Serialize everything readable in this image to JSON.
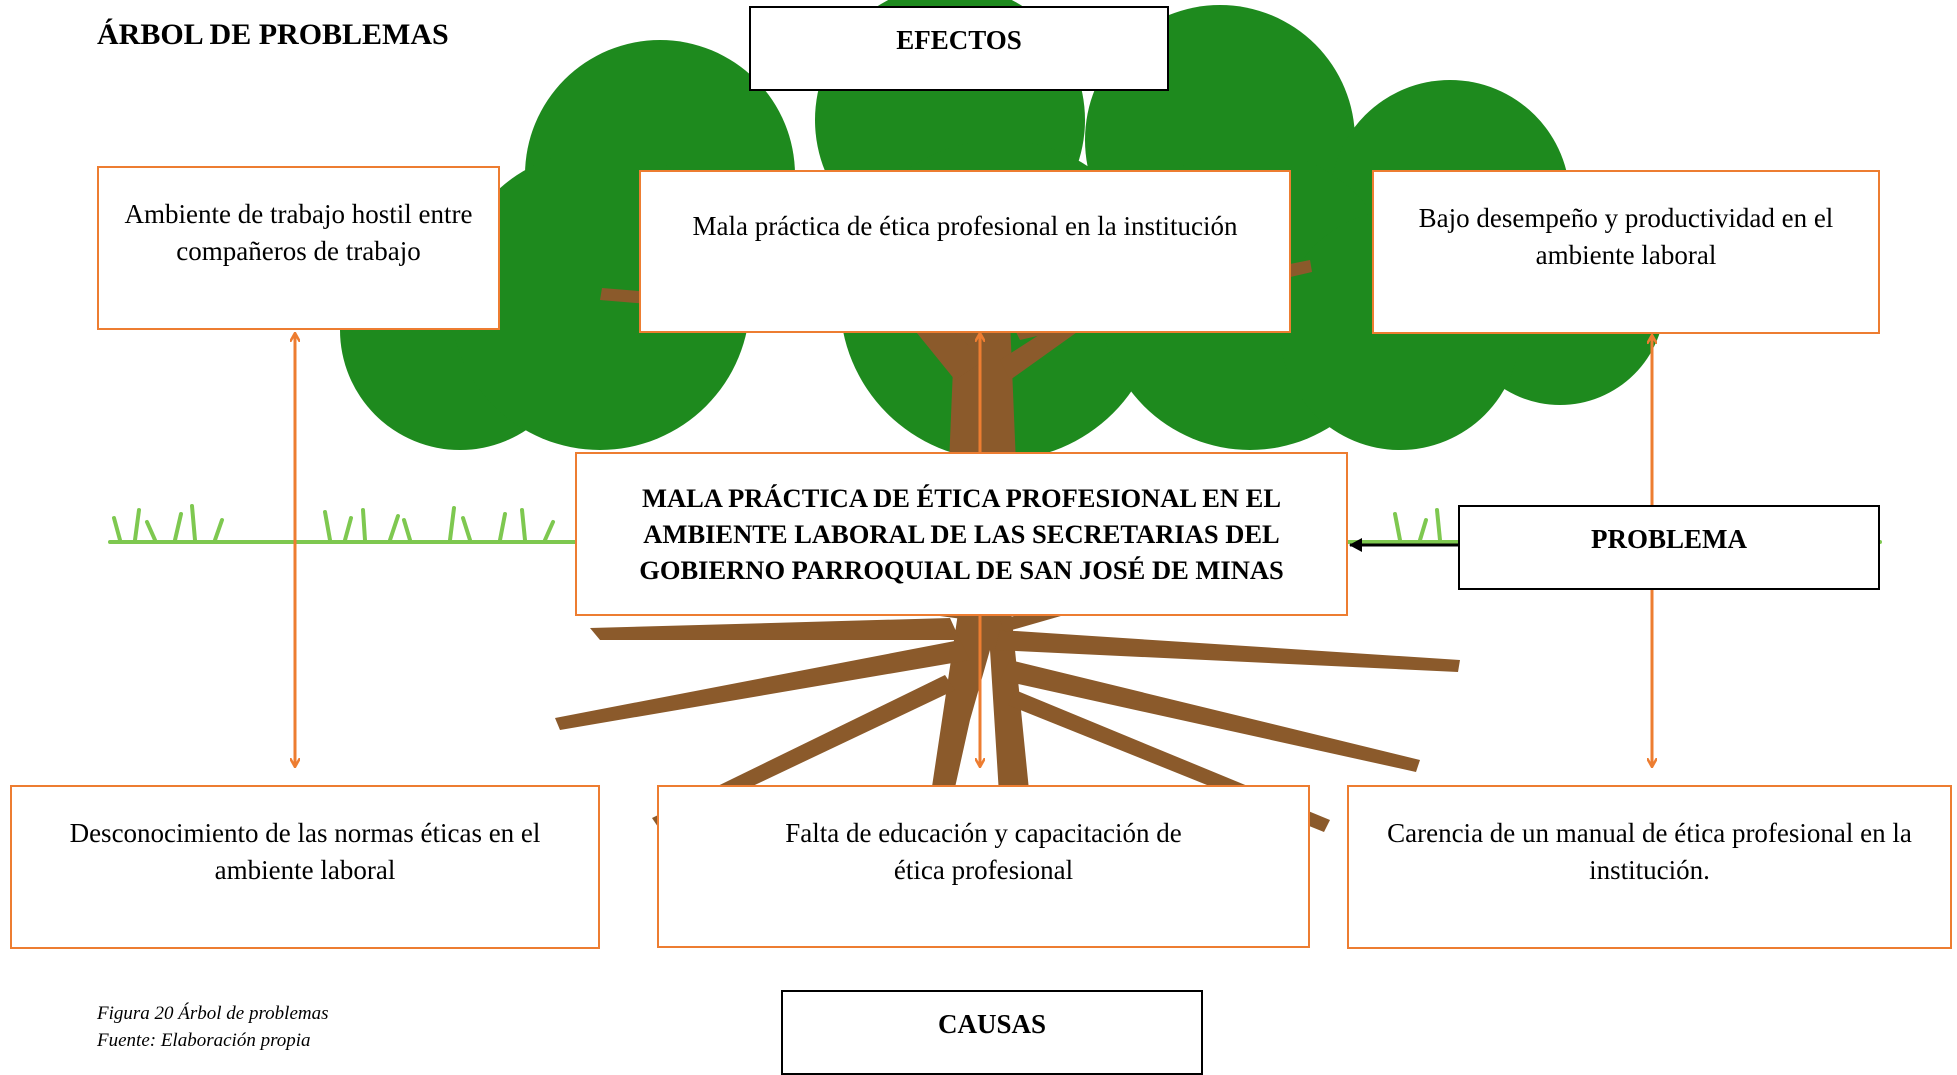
{
  "title": "ÁRBOL DE PROBLEMAS",
  "labels": {
    "effects_header": "EFECTOS",
    "problem_header": "PROBLEMA",
    "causes_header": "CAUSAS"
  },
  "effects": [
    "Ambiente de trabajo hostil entre compañeros de trabajo",
    "Mala práctica de ética profesional en la institución",
    "Bajo desempeño y productividad en el ambiente laboral"
  ],
  "problem": "MALA PRÁCTICA DE ÉTICA PROFESIONAL EN EL AMBIENTE LABORAL DE LAS SECRETARIAS DEL GOBIERNO PARROQUIAL DE SAN JOSÉ DE MINAS",
  "causes": [
    "Desconocimiento de las normas éticas en el ambiente laboral",
    "Falta de educación y capacitación de ética profesional",
    "Carencia de un manual de ética profesional en la institución."
  ],
  "caption": {
    "figure": "Figura 20 Árbol de problemas",
    "source": "Fuente: Elaboración propia"
  },
  "colors": {
    "canopy": "#1e8a1e",
    "trunk": "#8b5a2b",
    "grass": "#7ec850",
    "connector": "#ed7d31",
    "pointer": "#000000"
  }
}
